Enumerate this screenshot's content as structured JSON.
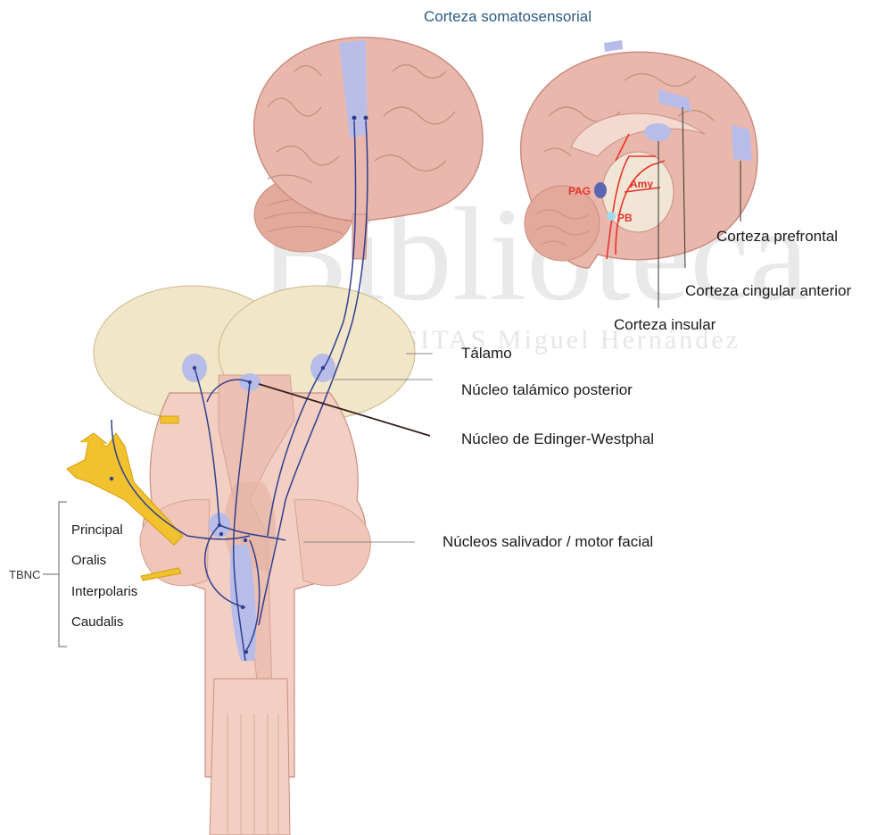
{
  "title": "Corteza somatosensorial",
  "watermark": {
    "main": "Biblioteca",
    "sub": "UNIVERSITAS Miguel Hernández"
  },
  "labels": {
    "talamo": "Tálamo",
    "nucleo_talamico_posterior": "Núcleo talámico posterior",
    "nucleo_edinger_westphal": "Núcleo de Edinger-Westphal",
    "nucleos_salivador_motor_facial": "Núcleos salivador / motor facial",
    "corteza_prefrontal": "Corteza prefrontal",
    "corteza_cingular_anterior": "Corteza cingular anterior",
    "corteza_insular": "Corteza insular"
  },
  "brain_regions": {
    "pag": "PAG",
    "amy": "Amy",
    "pb": "PB"
  },
  "tbnc": {
    "label": "TBNC",
    "subnuclei": [
      "Principal",
      "Oralis",
      "Interpolaris",
      "Caudalis"
    ]
  },
  "colors": {
    "tissue": "#f3cfc3",
    "brain": "#e8b3a8",
    "highlight": "#b7bde8",
    "pathway": "#2f3f8f",
    "thalamus": "#f1e6c7",
    "nerve": "#f2c22e",
    "red_pathway": "#e8322a"
  }
}
